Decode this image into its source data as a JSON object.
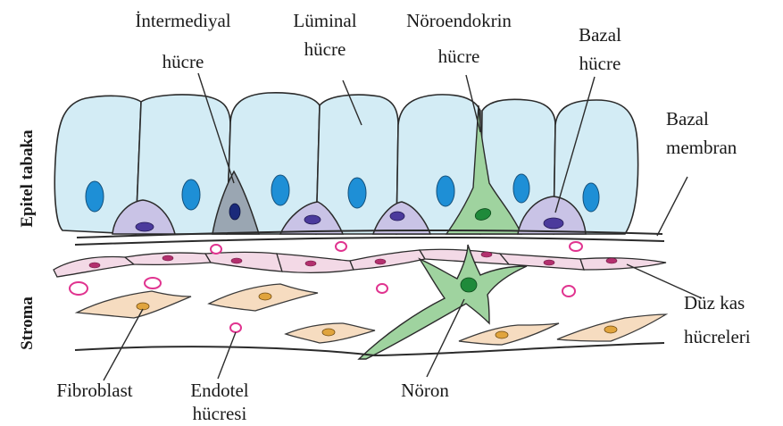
{
  "labels": {
    "intermediyal_1": "İntermediyal",
    "intermediyal_2": "hücre",
    "luminal_1": "Lüminal",
    "luminal_2": "hücre",
    "noroendokrin_1": "Nöroendokrin",
    "noroendokrin_2": "hücre",
    "bazal_1": "Bazal",
    "bazal_2": "hücre",
    "bazal_membran_1": "Bazal",
    "bazal_membran_2": "membran",
    "duz_kas_1": "Düz kas",
    "duz_kas_2": "hücreleri",
    "fibroblast": "Fibroblast",
    "endotel_1": "Endotel",
    "endotel_2": "hücresi",
    "noron": "Nöron",
    "epitel_tabaka": "Epitel tabaka",
    "stroma": "Stroma"
  },
  "colors": {
    "luminal_cell": "#d3ecf5",
    "luminal_nucleus": "#1e8fd6",
    "basal_cell": "#c9c3e6",
    "intermediate_cell": "#9aa6b2",
    "neuro_cell": "#9fd39f",
    "smooth_muscle": "#f3d9e6",
    "fibroblast": "#f6dcc0",
    "endothelial": "#e0338f"
  }
}
